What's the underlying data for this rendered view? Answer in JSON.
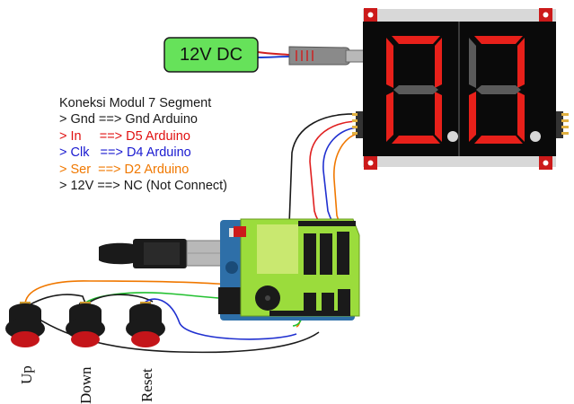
{
  "power_label": "12V DC",
  "notes": {
    "title": "Koneksi Modul 7 Segment",
    "lines": [
      {
        "text": "> Gnd ==> Gnd Arduino",
        "color": "#1a1a1a"
      },
      {
        "text": "> In     ==> D5 Arduino",
        "color": "#e01010"
      },
      {
        "text": "> Clk   ==> D4 Arduino",
        "color": "#1a1ad0"
      },
      {
        "text": "> Ser  ==> D2 Arduino",
        "color": "#f07800"
      },
      {
        "text": "> 12V ==> NC (Not Connect)",
        "color": "#1a1a1a"
      }
    ]
  },
  "buttons": {
    "up": "Up",
    "down": "Down",
    "reset": "Reset"
  },
  "colors": {
    "segment_on": "#e8201a",
    "segment_off": "#5a5a5a",
    "psu_green": "#66e25a",
    "pcb_green": "#9bdc3c",
    "arduino_blue": "#2e6fa8",
    "button_red": "#c4151a"
  }
}
